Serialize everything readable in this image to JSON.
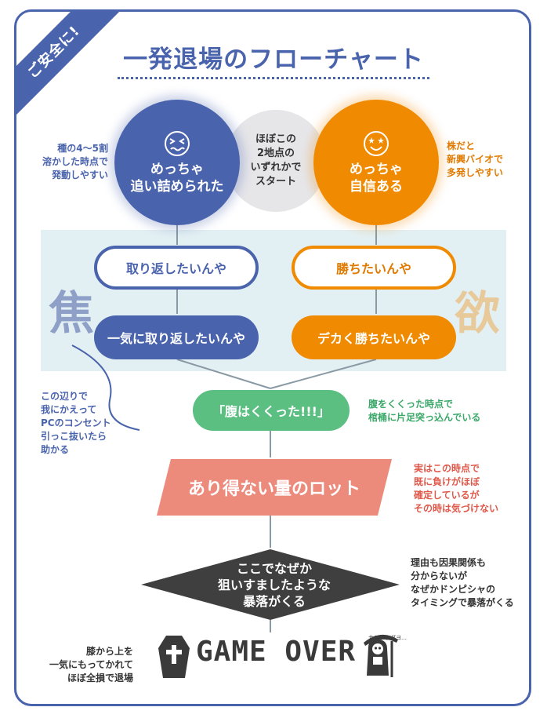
{
  "ribbon": "ご安全に!",
  "title": "一発退場のフローチャート",
  "start": {
    "left_label": "めっちゃ\n追い詰められた",
    "middle_label": "ほぼこの\n2地点の\nいずれかで\nスタート",
    "right_label": "めっちゃ\n自信ある",
    "left_icon": "stressed-face-icon",
    "right_icon": "star-eyes-face-icon"
  },
  "notes": {
    "left_top": "種の4〜5割\n溶かした時点で\n発動しやすい",
    "right_top": "株だと\n新興バイオで\n多発しやすい",
    "left_bracket": "この辺りで\n我にかえって\nPCのコンセント\n引っこ抜いたら\n助かる",
    "green_side": "腹をくくった時点で\n棺桶に片足突っ込んでいる",
    "red_side": "実はこの時点で\n既に負けがほぼ\n確定しているが\nその時は気づけない",
    "diamond_side": "理由も因果関係も\n分からないが\nなぜかドンピシャの\nタイミングで暴落がくる",
    "bottom_left": "膝から上を\n一気にもってかれて\nほぼ全損で退場",
    "reaper_caption": "サヨナラダヨ…"
  },
  "kanji": {
    "left": "焦",
    "right": "欲"
  },
  "steps": {
    "blue_1": "取り返したいんや",
    "blue_2": "一気に取り返したいんや",
    "orange_1": "勝ちたいんや",
    "orange_2": "デカく勝ちたいんや",
    "green": "「腹はくくった!!!」",
    "red": "あり得ない量のロット",
    "diamond": "ここでなぜか\n狙いすましたような\n暴落がくる"
  },
  "end": {
    "label": "GAME OVER",
    "left_icon": "coffin-icon",
    "right_icon": "grim-reaper-icon"
  },
  "colors": {
    "blue": "#4a63ad",
    "orange": "#f08a00",
    "green": "#5bbf82",
    "red": "#ec8a7c",
    "dark": "#3f3f3f",
    "band": "#e3f0f3"
  }
}
